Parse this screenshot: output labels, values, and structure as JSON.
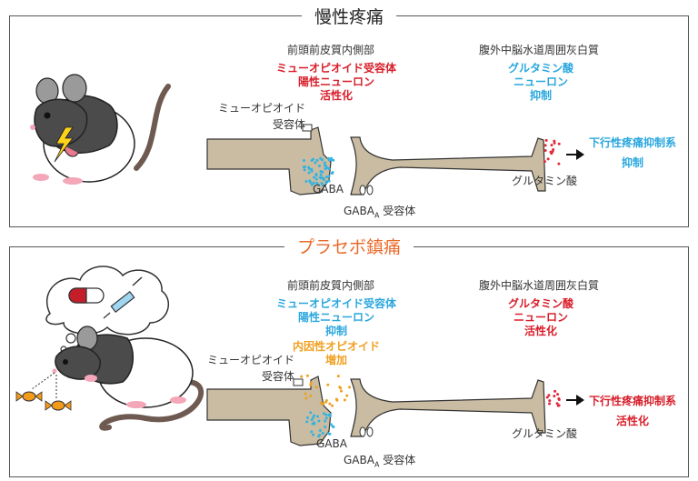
{
  "panel1": {
    "title": "慢性疼痛",
    "mpfc_label": "前頭前皮質内側部",
    "mpfc_state": [
      "ミューオピオイド受容体",
      "陽性ニューロン",
      "活性化"
    ],
    "pag_label": "腹外中脳水道周囲灰白質",
    "pag_state": [
      "グルタミン酸",
      "ニューロン",
      "抑制"
    ],
    "mu_receptor": [
      "ミューオピオイド",
      "受容体"
    ],
    "gaba": "GABA",
    "gaba_a": "GABA",
    "gaba_a_sub": "A",
    "gaba_a_tail": " 受容体",
    "glutamate": "グルタミン酸",
    "output": [
      "下行性疼痛抑制系",
      "抑制"
    ]
  },
  "panel2": {
    "title": "プラセボ鎮痛",
    "mpfc_label": "前頭前皮質内側部",
    "mpfc_state": [
      "ミューオピオイド受容体",
      "陽性ニューロン",
      "抑制"
    ],
    "opioid_state": [
      "内因性オピオイド",
      "増加"
    ],
    "pag_label": "腹外中脳水道周囲灰白質",
    "pag_state": [
      "グルタミン酸",
      "ニューロン",
      "活性化"
    ],
    "mu_receptor": [
      "ミューオピオイド",
      "受容体"
    ],
    "gaba": "GABA",
    "gaba_a": "GABA",
    "gaba_a_sub": "A",
    "gaba_a_tail": " 受容体",
    "glutamate": "グルタミン酸",
    "output": [
      "下行性疼痛抑制系",
      "活性化"
    ]
  },
  "colors": {
    "activate": "#d81e2a",
    "inhibit": "#2aa7de",
    "opioid": "#f0a020",
    "neuron": "#c9bca2",
    "placebo_title": "#ea6a2a"
  },
  "icons": [
    "mouse-in-pain",
    "lightning-icon",
    "mouse-with-thought-bubble",
    "pill-icon",
    "syringe-icon",
    "candy-icon",
    "arrow-right-icon"
  ]
}
